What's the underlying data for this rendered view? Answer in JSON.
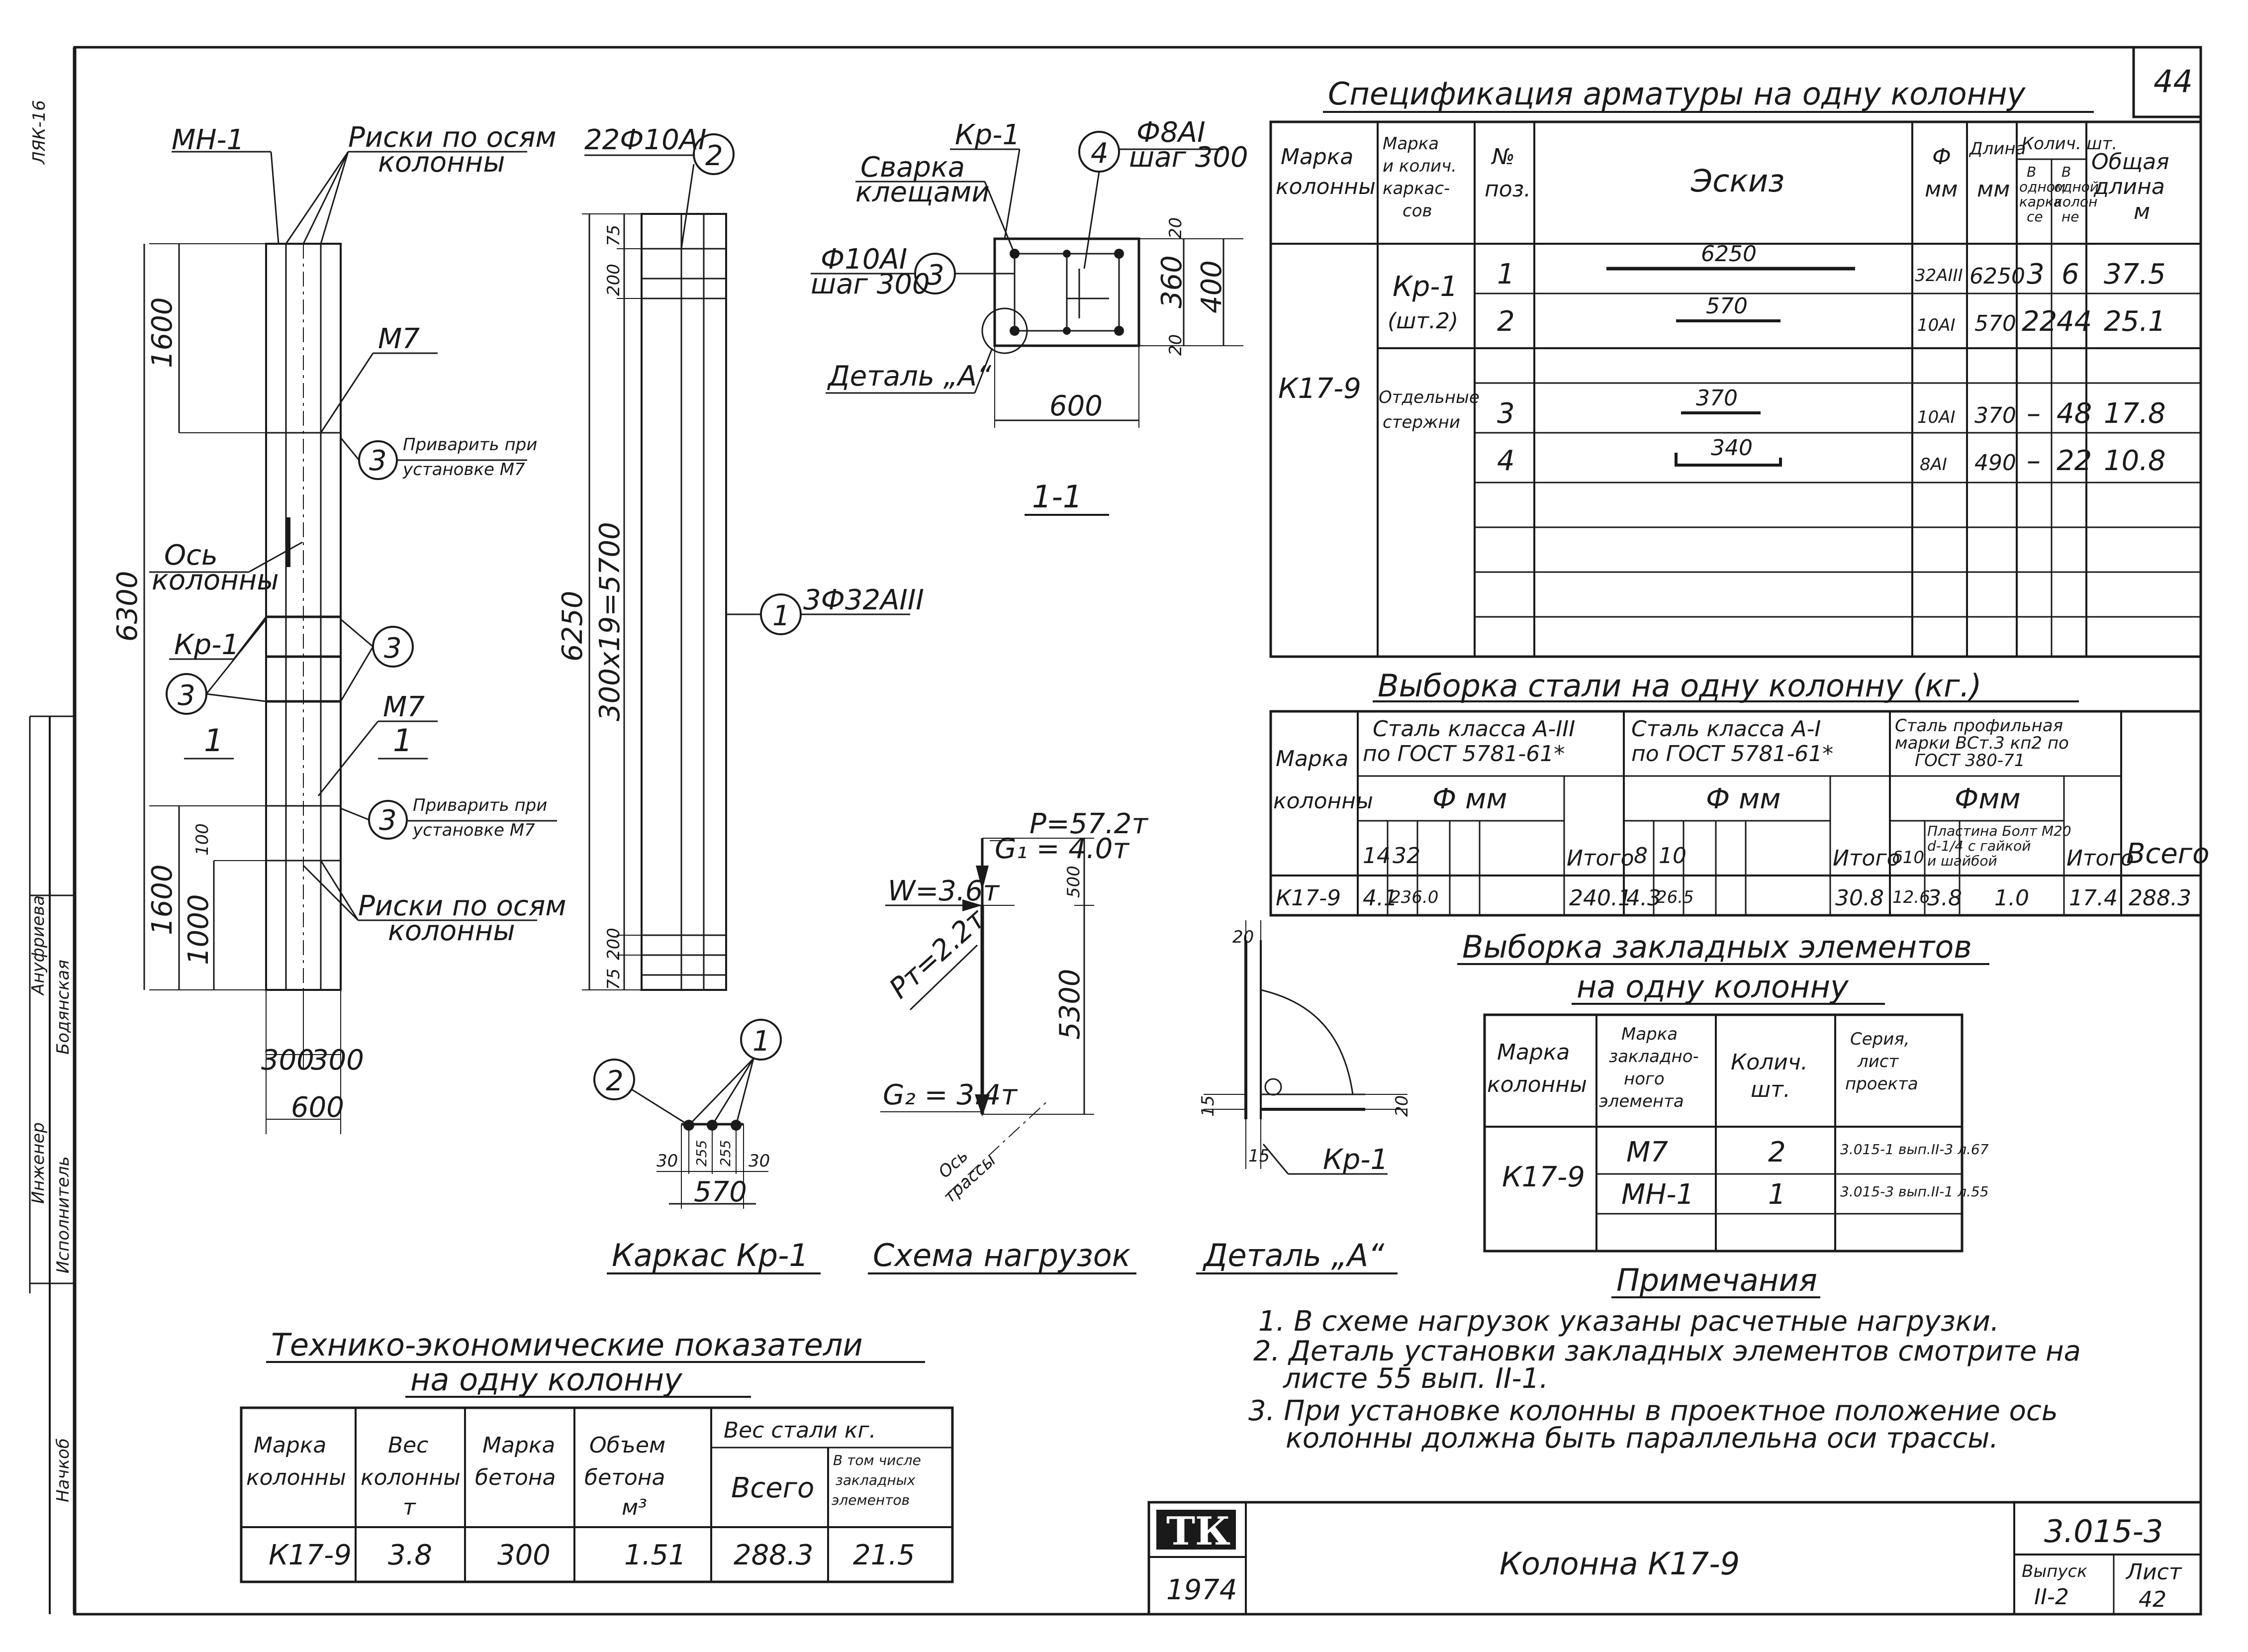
{
  "sheet_no": "44",
  "margin": {
    "left_top": "ЛЯК-16",
    "designer_role": "Исполнитель",
    "designer_name": "Бодянская",
    "checker_role": "Инженер",
    "checker_name": "Ануфриева",
    "bottom_left": "Начкоб"
  },
  "spec": {
    "title": "Спецификация арматуры на одну колонну",
    "headers": {
      "col_mark": "Марка колонны",
      "frame": "Марка и колич. каркасов",
      "pos": "№ поз.",
      "sketch": "Эскиз",
      "dia": "Ф мм",
      "len": "Длина мм",
      "qty": "Колич. шт.",
      "qty_frame": "В одном каркасе",
      "qty_col": "В одной колонне",
      "total": "Общая длина м"
    },
    "col_mark": "К17-9",
    "group1": "Кр-1",
    "group1_count": "(шт.2)",
    "group2": "Отдельные стержни",
    "rows": [
      {
        "pos": "1",
        "sketch": "6250",
        "dia": "32АIII",
        "len": "6250",
        "in_frame": "3",
        "in_col": "6",
        "total": "37.5"
      },
      {
        "pos": "2",
        "sketch": "570",
        "dia": "10АI",
        "len": "570",
        "in_frame": "22",
        "in_col": "44",
        "total": "25.1"
      },
      {
        "pos": "3",
        "sketch": "370",
        "dia": "10АI",
        "len": "370",
        "in_frame": "–",
        "in_col": "48",
        "total": "17.8"
      },
      {
        "pos": "4",
        "sketch": "340",
        "dia": "8АI",
        "len": "490",
        "in_frame": "–",
        "in_col": "22",
        "total": "10.8"
      }
    ]
  },
  "steel": {
    "title": "Выборка стали на одну колонну (кг.)",
    "mark_header": "Марка колонны",
    "grp1": "Сталь класса А-III по ГОСТ 5781-61*",
    "grp2": "Сталь класса А-I по ГОСТ 5781-61*",
    "grp3": "Сталь профильная марки ВСт.3 кп2 по ГОСТ 380-71",
    "dia": "Ф мм",
    "dia3": "Фмм",
    "d1": [
      "14",
      "32"
    ],
    "d2": [
      "8",
      "10"
    ],
    "d3a": "δ10",
    "d3b": "Пластина Болт М20 d-1/4 с гайкой и шайбой",
    "itogo": "Итого",
    "vsego": "Всего",
    "row": {
      "mark": "К17-9",
      "v14": "4.1",
      "v32": "236.0",
      "it1": "240.1",
      "v8": "4.3",
      "v10": "26.5",
      "it2": "30.8",
      "v3a": "12.6",
      "v3b": "3.8",
      "v3c": "1.0",
      "it3": "17.4",
      "total": "288.3"
    }
  },
  "embed": {
    "title1": "Выборка закладных элементов",
    "title2": "на одну колонну",
    "headers": {
      "col": "Марка колонны",
      "mark": "Марка закладного элемента",
      "qty": "Колич. шт.",
      "series": "Серия, лист проекта"
    },
    "col_mark": "К17-9",
    "rows": [
      {
        "mark": "М7",
        "qty": "2",
        "series": "3.015-1 вып.II-3 л.67"
      },
      {
        "mark": "МН-1",
        "qty": "1",
        "series": "3.015-3 вып.II-1 л.55"
      }
    ]
  },
  "notes": {
    "title": "Примечания",
    "items": [
      "1. В схеме нагрузок указаны расчетные нагрузки.",
      "2. Деталь установки закладных элементов смотрите на",
      "листе 55 вып. II-1.",
      "3. При установке колонны в проектное положение ось",
      "колонны должна быть параллельна оси трассы."
    ]
  },
  "tech": {
    "title1": "Технико-экономические показатели",
    "title2": "на одну колонну",
    "headers": {
      "mark": "Марка колонны",
      "weight": "Вес колонны т",
      "concrete": "Марка бетона",
      "volume": "Объем бетона м³",
      "steel": "Вес стали кг.",
      "all": "Всего",
      "incl": "В том числе закладных элементов"
    },
    "row": {
      "mark": "К17-9",
      "weight": "3.8",
      "concrete": "300",
      "volume": "1.51",
      "all": "288.3",
      "incl": "21.5"
    }
  },
  "title_block": {
    "logo": "ТК",
    "year": "1974",
    "title": "Колонна К17-9",
    "code": "3.015-3",
    "issue_label": "Выпуск",
    "issue": "II-2",
    "sheet_label": "Лист",
    "sheet": "42"
  },
  "drawing": {
    "elevation": {
      "mn1": "МН-1",
      "marks_top": "Риски по осям колонны",
      "m7_top": "М7",
      "weld_top": "Приварить при установке М7",
      "axis": "Ось колонны",
      "kr1": "Кр-1",
      "m7_mid": "М7",
      "weld_mid": "Приварить при установке М7",
      "marks_bot": "Риски по осям колонны",
      "dim_6300": "6300",
      "dim_1600_top": "1600",
      "dim_1600_bot": "1600",
      "dim_1000": "1000",
      "dim_100": "100",
      "dim_300a": "300",
      "dim_300b": "300",
      "dim_600": "600",
      "sec_1a": "1",
      "sec_1b": "1",
      "tag_3": "3"
    },
    "frame": {
      "bars_top": "22Ф10АI",
      "bar_1": "3Ф32АIII",
      "tag_1": "1",
      "tag_2": "2",
      "dim_6250": "6250",
      "dim_5700": "300х19=5700",
      "dim_75a": "75",
      "dim_200a": "200",
      "dim_75b": "75",
      "dim_200b": "200"
    },
    "section": {
      "kr1": "Кр-1",
      "weld": "Сварка клещами",
      "bar4": "Ф8АI шаг 300",
      "bar3": "Ф10АI шаг 300",
      "detail": "Деталь „А“",
      "dim_600": "600",
      "dim_360": "360",
      "dim_400": "400",
      "dim_20a": "20",
      "dim_20b": "20",
      "title": "1-1",
      "tag_3": "3",
      "tag_4": "4"
    },
    "cage": {
      "title": "Каркас Кр-1",
      "dim_570": "570",
      "dim_30a": "30",
      "dim_30b": "30",
      "dim_255a": "255",
      "dim_255b": "255",
      "tag_1": "1",
      "tag_2": "2"
    },
    "loads": {
      "title": "Схема нагрузок",
      "p": "P=57.2т",
      "g1": "G₁ = 4.0т",
      "w": "W=3.6т",
      "pt": "Pт=2.2т",
      "g2": "G₂ = 3.4т",
      "dim_500": "500",
      "dim_5300": "5300",
      "axis": "Ось трассы"
    },
    "detail": {
      "title": "Деталь „А“",
      "dim_20a": "20",
      "dim_20b": "20",
      "dim_15a": "15",
      "dim_15b": "15",
      "kr1": "Кр-1"
    }
  }
}
